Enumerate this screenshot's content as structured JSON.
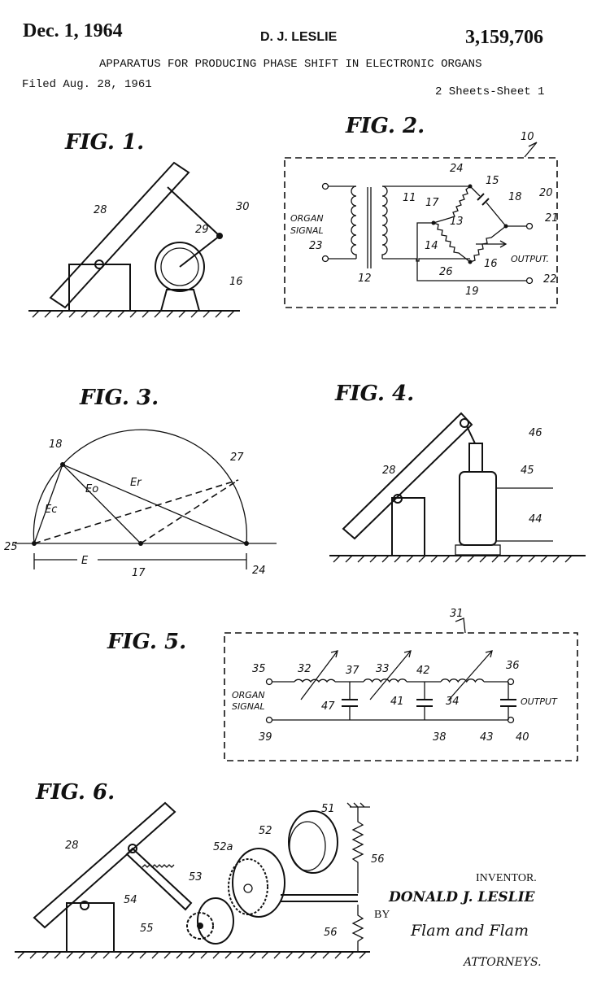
{
  "header": {
    "date": "Dec. 1, 1964",
    "inventor_name": "D. J. LESLIE",
    "patent_number": "3,159,706",
    "title": "APPARATUS FOR PRODUCING PHASE SHIFT IN ELECTRONIC ORGANS",
    "filed": "Filed Aug. 28, 1961",
    "sheets": "2 Sheets-Sheet 1"
  },
  "fig1": {
    "title": "FIG. 1.",
    "refs": [
      "28",
      "30",
      "29",
      "16"
    ]
  },
  "fig2": {
    "title": "FIG. 2.",
    "input_label_1": "ORGAN",
    "input_label_2": "SIGNAL",
    "output_label": "OUTPUT.",
    "refs": [
      "10",
      "24",
      "15",
      "18",
      "20",
      "11",
      "17",
      "13",
      "21",
      "23",
      "14",
      "16",
      "12",
      "26",
      "22",
      "19"
    ]
  },
  "fig3": {
    "title": "FIG. 3.",
    "refs": [
      "18",
      "27",
      "25",
      "17",
      "24"
    ],
    "vectors": [
      "Ec",
      "Eo",
      "Er",
      "E"
    ]
  },
  "fig4": {
    "title": "FIG. 4.",
    "refs": [
      "28",
      "46",
      "45",
      "44"
    ]
  },
  "fig5": {
    "title": "FIG. 5.",
    "input_label_1": "ORGAN",
    "input_label_2": "SIGNAL",
    "output_label": "OUTPUT",
    "refs": [
      "31",
      "32",
      "33",
      "35",
      "37",
      "42",
      "36",
      "47",
      "41",
      "34",
      "39",
      "38",
      "43",
      "40"
    ]
  },
  "fig6": {
    "title": "FIG. 6.",
    "refs": [
      "51",
      "52",
      "52a",
      "28",
      "53",
      "54",
      "55",
      "56",
      "56"
    ]
  },
  "signature": {
    "inventor_heading": "INVENTOR.",
    "inventor": "DONALD J. LESLIE",
    "by": "BY",
    "attorneys_firm": "Flam and Flam",
    "attorneys": "ATTORNEYS."
  }
}
